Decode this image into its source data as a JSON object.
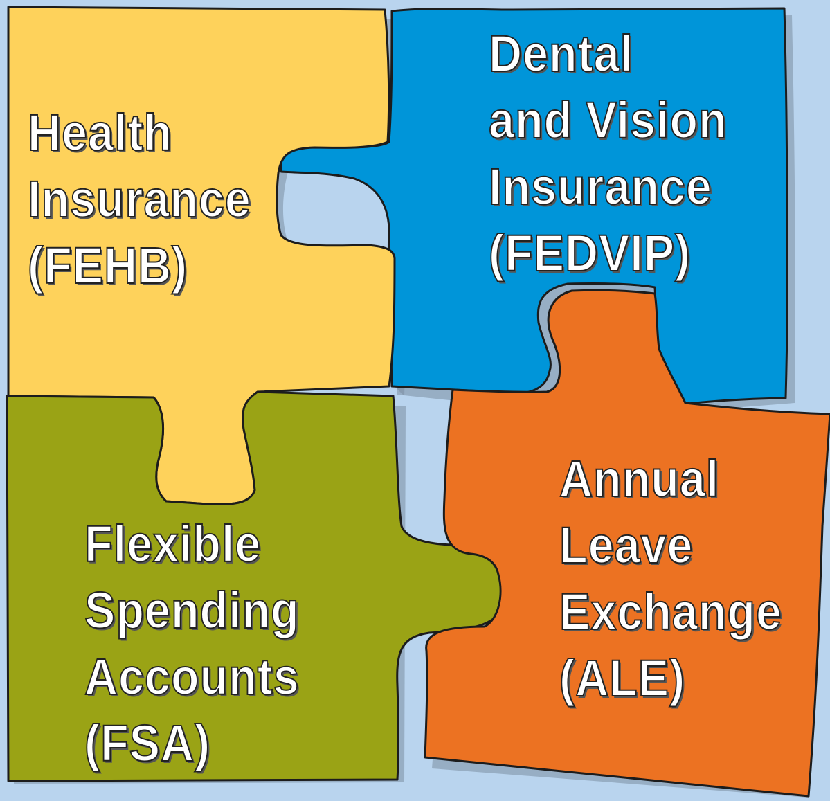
{
  "colors": {
    "background": "#b9d4ee",
    "health": "#fed25b",
    "dental": "#0095d9",
    "fsa": "#9aa315",
    "ale": "#ec7222"
  },
  "pieces": {
    "health": {
      "lines": [
        "Health",
        "Insurance",
        "(FEHB)"
      ]
    },
    "dental": {
      "lines": [
        "Dental",
        "and Vision",
        "Insurance",
        "(FEDVIP)"
      ]
    },
    "fsa": {
      "lines": [
        "Flexible",
        "Spending",
        "Accounts",
        "(FSA)"
      ]
    },
    "ale": {
      "lines": [
        "Annual",
        "Leave",
        "Exchange",
        "(ALE)"
      ]
    }
  }
}
